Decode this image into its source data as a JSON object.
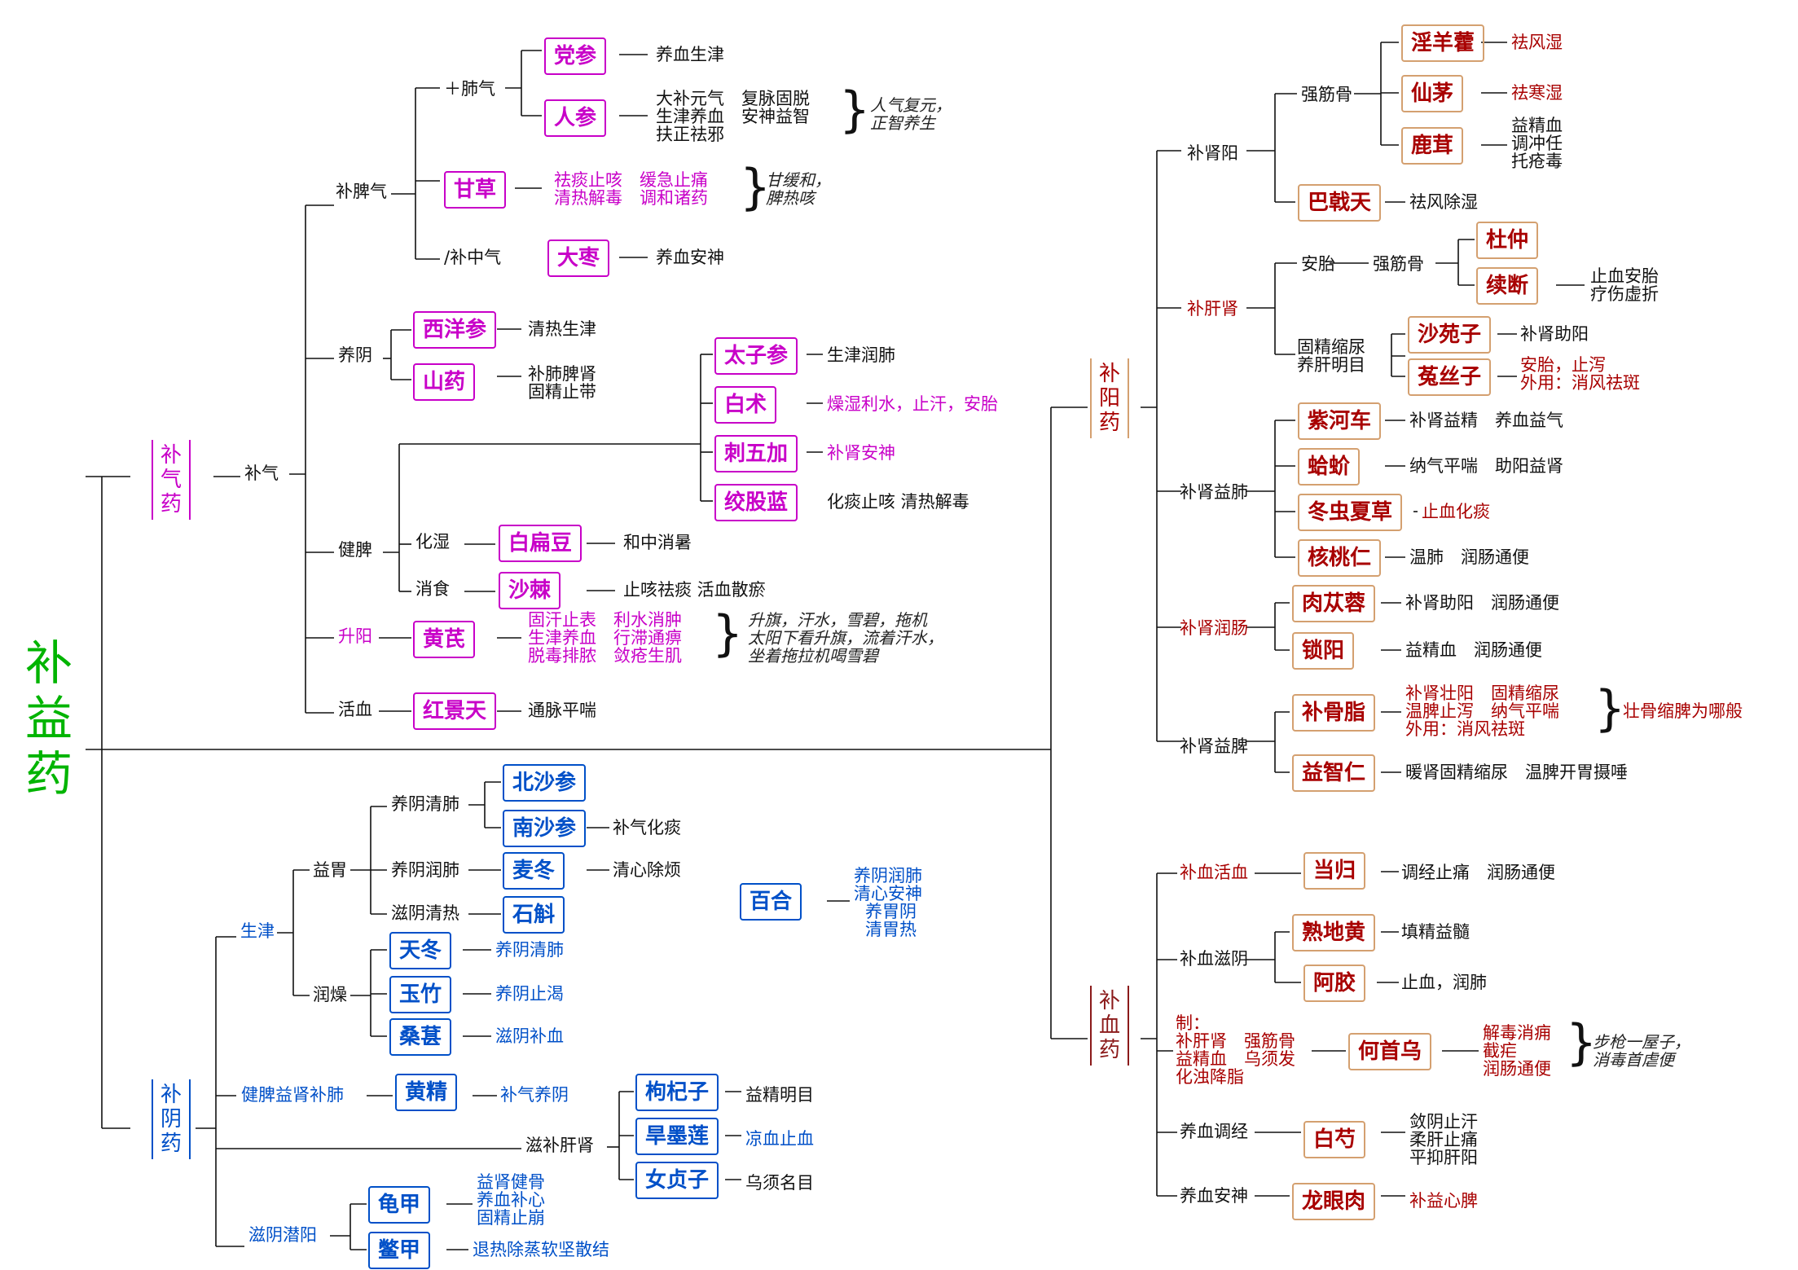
{
  "root": "补益药",
  "categories": {
    "buqi": "补气药",
    "buyin": "补阴药",
    "buyang": "补阳药",
    "buxue": "补血药"
  },
  "buqi": {
    "buqi_label": "补气",
    "bufei": "＋肺气",
    "bupi": "补脾气",
    "buzhong": "/补中气",
    "yangyin": "养阴",
    "jianpi": "健脾",
    "huashi": "化湿",
    "xiaoshi": "消食",
    "shengyang": "升阳",
    "huoxue": "活血",
    "dangshen": "党参",
    "dangshen_fx": "养血生津",
    "renshen": "人参",
    "renshen_fx1": "大补元气　复脉固脱",
    "renshen_fx2": "生津养血　安神益智",
    "renshen_fx3": "扶正祛邪",
    "renshen_note": "人气复元，\n正智养生",
    "gancao": "甘草",
    "gancao_fx1": "祛痰止咳　缓急止痛",
    "gancao_fx2": "清热解毒　调和诸药",
    "gancao_note": "甘缓和，\n脾热咳",
    "dazao": "大枣",
    "dazao_fx": "养血安神",
    "xiyangshen": "西洋参",
    "xiyangshen_fx": "清热生津",
    "shanyao": "山药",
    "shanyao_fx1": "补肺脾肾",
    "shanyao_fx2": "固精止带",
    "taizishen": "太子参",
    "taizishen_fx": "生津润肺",
    "baizhu": "白术",
    "baizhu_fx": "燥湿利水，止汗，安胎",
    "ciwujia": "刺五加",
    "ciwujia_fx": "补肾安神",
    "jiaogulan": "绞股蓝",
    "jiaogulan_fx": "化痰止咳 清热解毒",
    "baibiandou": "白扁豆",
    "baibiandou_fx": "和中消暑",
    "shaji": "沙棘",
    "shaji_fx": "止咳祛痰 活血散瘀",
    "huangqi": "黄芪",
    "huangqi_fx1": "固汗止表　利水消肿",
    "huangqi_fx2": "生津养血　行滞通痹",
    "huangqi_fx3": "脱毒排脓　敛疮生肌",
    "huangqi_note1": "升旗，汗水，雪碧，拖机",
    "huangqi_note2": "太阳下看升旗，流着汗水，",
    "huangqi_note3": "坐着拖拉机喝雪碧",
    "hongjingtian": "红景天",
    "hongjingtian_fx": "通脉平喘"
  },
  "buyin": {
    "shengjin": "生津",
    "yiwei": "益胃",
    "runzao": "润燥",
    "yangyinqingfei": "养阴清肺",
    "yangyinrunfei": "养阴润肺",
    "ziyinqingre": "滋阴清热",
    "jianpiyishen": "健脾益肾补肺",
    "zibuganshen": "滋补肝肾",
    "ziyinqianyang": "滋阴潜阳",
    "beishashen": "北沙参",
    "nanshashen": "南沙参",
    "nanshashen_fx": "补气化痰",
    "maidong": "麦冬",
    "maidong_fx": "清心除烦",
    "shihu": "石斛",
    "tiandong": "天冬",
    "tiandong_fx": "养阴清肺",
    "yuzhu": "玉竹",
    "yuzhu_fx": "养阴止渴",
    "sangshen": "桑葚",
    "sangshen_fx": "滋阴补血",
    "baihe": "百合",
    "baihe_fx1": "养阴润肺",
    "baihe_fx2": "清心安神",
    "baihe_fx3": "养胃阴",
    "baihe_fx4": "清胃热",
    "huangjing": "黄精",
    "huangjing_fx": "补气养阴",
    "gouqizi": "枸杞子",
    "gouqizi_fx": "益精明目",
    "hanliancao": "旱墨莲",
    "hanliancao_fx": "凉血止血",
    "nvzhenzi": "女贞子",
    "nvzhenzi_fx": "乌须名目",
    "guijia": "龟甲",
    "guijia_fx1": "益肾健骨",
    "guijia_fx2": "养血补心",
    "guijia_fx3": "固精止崩",
    "biejia": "鳖甲",
    "biejia_fx": "退热除蒸软坚散结"
  },
  "buyang": {
    "bushenyang": "补肾阳",
    "qiangjingu": "强筋骨",
    "buganshen": "补肝肾",
    "antai": "安胎",
    "qiangjingu2": "强筋骨",
    "gujing": "固精缩尿",
    "yanggan": "养肝明目",
    "bushenyifei": "补肾益肺",
    "bushenrunchang": "补肾润肠",
    "bushenyipi": "补肾益脾",
    "yinyanghuo": "淫羊藿",
    "yinyanghuo_fx": "祛风湿",
    "xianmao": "仙茅",
    "xianmao_fx": "祛寒湿",
    "lurong": "鹿茸",
    "lurong_fx1": "益精血",
    "lurong_fx2": "调冲任",
    "lurong_fx3": "托疮毒",
    "bajitian": "巴戟天",
    "bajitian_fx": "祛风除湿",
    "duzhong": "杜仲",
    "xuduan": "续断",
    "antai_fx1": "止血安胎",
    "antai_fx2": "疗伤虚折",
    "shayuanzi": "沙苑子",
    "shayuanzi_fx": "补肾助阳",
    "tusizi": "菟丝子",
    "tusizi_fx1": "安胎，止泻",
    "tusizi_fx2": "外用：消风祛斑",
    "ziheche": "紫河车",
    "ziheche_fx": "补肾益精　养血益气",
    "gejie": "蛤蚧",
    "gejie_fx": "纳气平喘　助阳益肾",
    "dongchong": "冬虫夏草",
    "dongchong_fx": "止血化痰",
    "hetaoren": "核桃仁",
    "hetaoren_fx": "温肺　润肠通便",
    "roucongrong": "肉苁蓉",
    "roucongrong_fx": "补肾助阳　润肠通便",
    "suoyang": "锁阳",
    "suoyang_fx": "益精血　润肠通便",
    "buguzhi": "补骨脂",
    "buguzhi_fx1": "补肾壮阳　固精缩尿",
    "buguzhi_fx2": "温脾止泻　纳气平喘",
    "buguzhi_fx3": "外用：消风祛斑",
    "buguzhi_note": "壮骨缩脾为哪般",
    "yizhiren": "益智仁",
    "yizhiren_fx": "暖肾固精缩尿　温脾开胃摄唾"
  },
  "buxue": {
    "buxuehuoxue": "补血活血",
    "buxueziyin": "补血滋阴",
    "zhi": "制：",
    "zhi1": "补肝肾　强筋骨",
    "zhi2": "益精血　乌须发",
    "zhi3": "化浊降脂",
    "yangxuetiaojing": "养血调经",
    "yangxueanshen": "养血安神",
    "danggui": "当归",
    "danggui_fx": "调经止痛　润肠通便",
    "shudihuang": "熟地黄",
    "shudihuang_fx": "填精益髓",
    "ejiao": "阿胶",
    "ejiao_fx": "止血，润肺",
    "heshouwu": "何首乌",
    "heshouwu_fx1": "解毒消痈",
    "heshouwu_fx2": "截疟",
    "heshouwu_fx3": "润肠通便",
    "heshouwu_note": "步枪一屋子，\n消毒首虐便",
    "baishao": "白芍",
    "baishao_fx1": "敛阴止汗",
    "baishao_fx2": "柔肝止痛",
    "baishao_fx3": "平抑肝阳",
    "longyanrou": "龙眼肉",
    "longyanrou_fx": "补益心脾"
  },
  "colors": {
    "root": "#00b400",
    "buqi": "#c800c8",
    "buyin": "#0050c8",
    "buyang": "#a80000",
    "buxue": "#8b1a1a"
  }
}
